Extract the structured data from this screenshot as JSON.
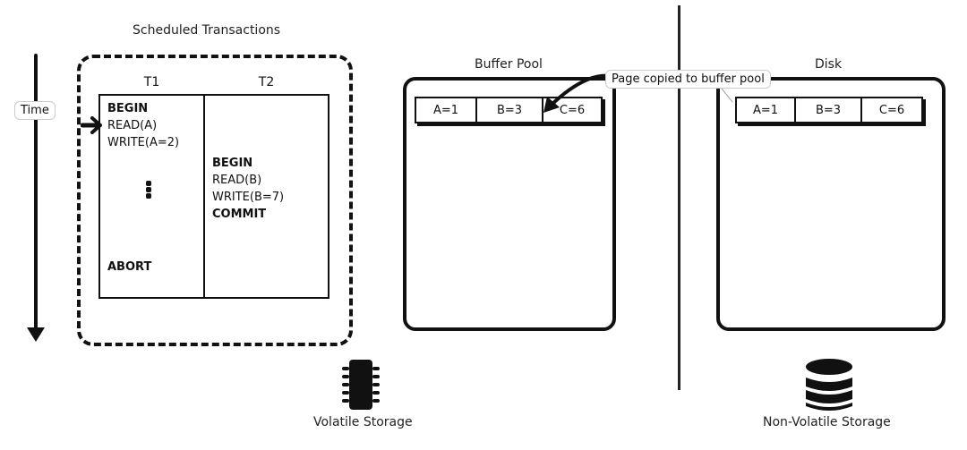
{
  "title": "Scheduled Transactions",
  "time_label": "Time",
  "transactions": [
    {
      "name": "T1",
      "ops": [
        {
          "text": "BEGIN",
          "bold": true
        },
        {
          "text": "READ(A)",
          "bold": false
        },
        {
          "text": "WRITE(A=2)",
          "bold": false
        },
        {
          "text": "ABORT",
          "bold": true
        }
      ],
      "ellipsis": true
    },
    {
      "name": "T2",
      "ops": [
        {
          "text": "BEGIN",
          "bold": true
        },
        {
          "text": "READ(B)",
          "bold": false
        },
        {
          "text": "WRITE(B=7)",
          "bold": false
        },
        {
          "text": "COMMIT",
          "bold": true
        }
      ]
    }
  ],
  "buffer_pool": {
    "title": "Buffer Pool",
    "page": [
      "A=1",
      "B=3",
      "C=6"
    ]
  },
  "disk": {
    "title": "Disk",
    "page": [
      "A=1",
      "B=3",
      "C=6"
    ]
  },
  "callout": "Page copied to buffer pool",
  "volatile_label": "Volatile Storage",
  "nonvolatile_label": "Non-Volatile Storage",
  "icons": {
    "volatile": "memory-chip-icon",
    "nonvolatile": "database-icon"
  }
}
